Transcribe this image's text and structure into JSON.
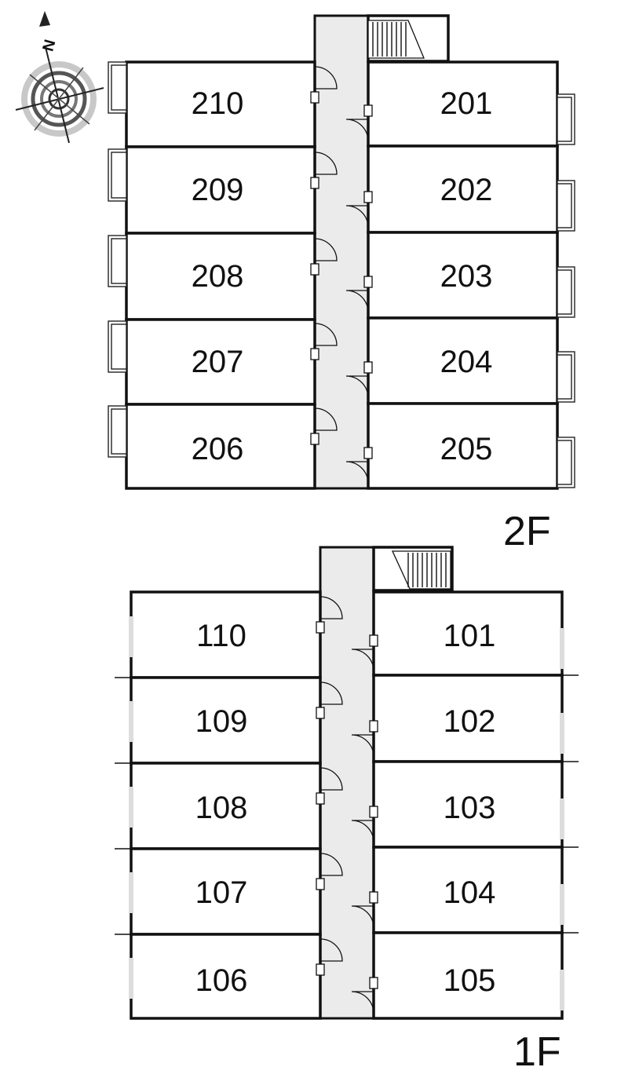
{
  "compass": {
    "north_label": "N"
  },
  "floors": [
    {
      "label": "2F",
      "left_units": [
        "210",
        "209",
        "208",
        "207",
        "206"
      ],
      "right_units": [
        "201",
        "202",
        "203",
        "204",
        "205"
      ]
    },
    {
      "label": "1F",
      "left_units": [
        "110",
        "109",
        "108",
        "107",
        "106"
      ],
      "right_units": [
        "101",
        "102",
        "103",
        "104",
        "105"
      ]
    }
  ]
}
